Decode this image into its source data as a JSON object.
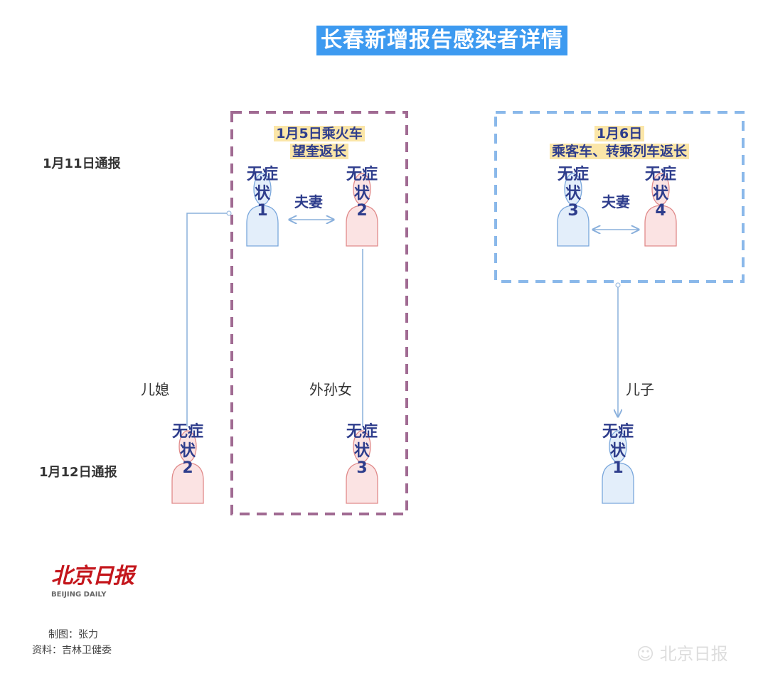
{
  "title": "长春新增报告感染者详情",
  "rows": {
    "row1": "1月11日通报",
    "row2": "1月12日通报"
  },
  "group_left": {
    "label_line1": "1月5日乘火车",
    "label_line2": "望奎返长",
    "relation": "夫妻",
    "color": "#a06a92"
  },
  "group_right": {
    "label_line1": "1月6日",
    "label_line2": "乘客车、转乘列车返长",
    "relation": "夫妻",
    "color": "#8ab8ea"
  },
  "relations": {
    "daughter_in_law": "儿媳",
    "granddaughter": "外孙女",
    "son": "儿子"
  },
  "persons": [
    {
      "text": "无症状",
      "num": "1",
      "gender": "male"
    },
    {
      "text": "无症状",
      "num": "2",
      "gender": "female"
    },
    {
      "text": "无症状",
      "num": "3",
      "gender": "male"
    },
    {
      "text": "无症状",
      "num": "4",
      "gender": "female"
    },
    {
      "text": "无症状",
      "num": "2",
      "gender": "female"
    },
    {
      "text": "无症状",
      "num": "3",
      "gender": "female"
    },
    {
      "text": "无症状",
      "num": "1",
      "gender": "male"
    }
  ],
  "logo": {
    "cn": "北京日报",
    "en": "BEIJING DAILY"
  },
  "credits": {
    "line1": "制图：张力",
    "line2": "资料：吉林卫健委"
  },
  "watermark": "北京日报",
  "colors": {
    "male_fill": "#e3eefa",
    "male_stroke": "#7aa7dc",
    "female_fill": "#fbe3e3",
    "female_stroke": "#e08a8a",
    "text": "#2e3d8c"
  }
}
